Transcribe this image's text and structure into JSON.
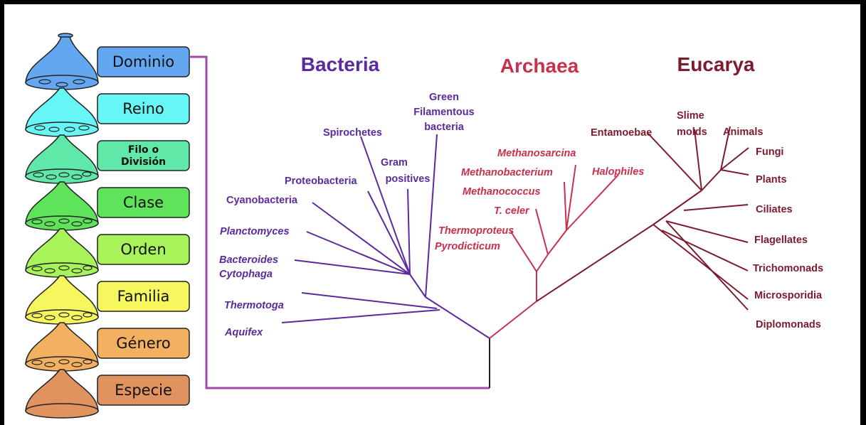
{
  "ranks": [
    {
      "label": "Dominio",
      "color": "#62a7ef"
    },
    {
      "label": "Reino",
      "color": "#66f6f6"
    },
    {
      "label": "Filo o",
      "label2": "División",
      "color": "#5fe8a8"
    },
    {
      "label": "Clase",
      "color": "#5fe35a"
    },
    {
      "label": "Orden",
      "color": "#a8f25a"
    },
    {
      "label": "Familia",
      "color": "#f6f65e"
    },
    {
      "label": "Género",
      "color": "#f2b060"
    },
    {
      "label": "Especie",
      "color": "#e0935e"
    }
  ],
  "domains": {
    "bacteria": {
      "label": "Bacteria",
      "color": "#5a2a9e"
    },
    "archaea": {
      "label": "Archaea",
      "color": "#c8304e"
    },
    "eucarya": {
      "label": "Eucarya",
      "color": "#7e1a2e"
    }
  },
  "connector_color": "#a34aa8",
  "bacteria_taxa": {
    "green_filamentous_1": "Green",
    "green_filamentous_2": "Filamentous",
    "green_filamentous_3": "bacteria",
    "spirochetes": "Spirochetes",
    "gram_1": "Gram",
    "gram_2": "positives",
    "proteobacteria": "Proteobacteria",
    "cyanobacteria": "Cyanobacteria",
    "planctomyces": "Planctomyces",
    "bacteroides": "Bacteroides",
    "cytophaga": "Cytophaga",
    "thermotoga": "Thermotoga",
    "aquifex": "Aquifex"
  },
  "archaea_taxa": {
    "methanosarcina": "Methanosarcina",
    "methanobacterium": "Methanobacterium",
    "methanococcus": "Methanococcus",
    "halophiles": "Halophiles",
    "t_celer": "T. celer",
    "thermoproteus": "Thermoproteus",
    "pyrodicticum": "Pyrodicticum"
  },
  "eucarya_taxa": {
    "entamoebae": "Entamoebae",
    "slime_1": "Slime",
    "slime_2": "molds",
    "animals": "Animals",
    "fungi": "Fungi",
    "plants": "Plants",
    "ciliates": "Ciliates",
    "flagellates": "Flagellates",
    "trichomonads": "Trichomonads",
    "microsporidia": "Microsporidia",
    "diplomonads": "Diplomonads"
  }
}
